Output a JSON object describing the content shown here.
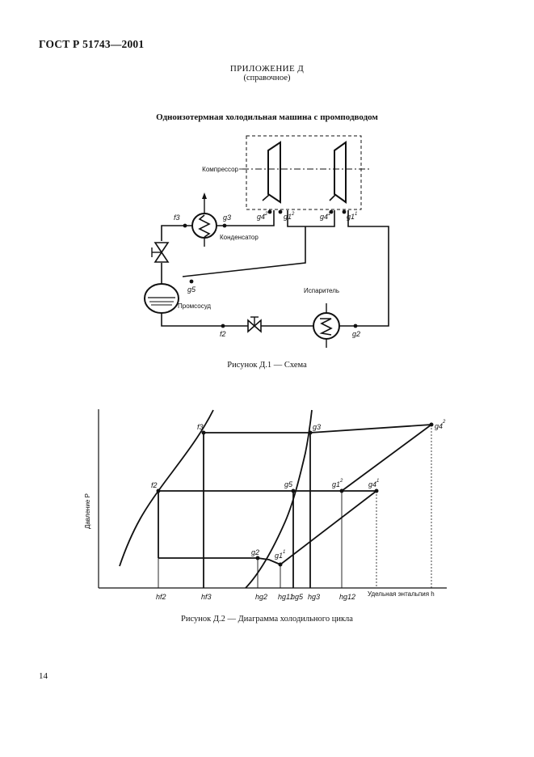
{
  "header": {
    "document_code": "ГОСТ Р 51743—2001"
  },
  "annex": {
    "title": "ПРИЛОЖЕНИЕ Д",
    "subtitle": "(справочное)"
  },
  "scheme": {
    "title": "Одноизотермная холодильная машина с промподводом",
    "labels": {
      "compressor": "Компрессор",
      "condenser": "Конденсатор",
      "evaporator": "Испаритель",
      "intermediate_vessel": "Промсосуд"
    },
    "points": {
      "f3": "f3",
      "g3": "g3",
      "g5": "g5",
      "f2_bottom": "f2",
      "g2": "g2",
      "g4_2": "g4",
      "g4_2_sup": "2",
      "g1_2": "g1",
      "g1_2_sup": "2",
      "g4_1": "g4",
      "g4_1_sup": "1",
      "g1_1": "g1",
      "g1_1_sup": "1"
    },
    "caption": "Рисунок Д.1 — Схема"
  },
  "diagram": {
    "y_axis_label": "Давление Р",
    "x_axis_label": "Удельная энтальпия h",
    "point_labels": {
      "f3": "f3",
      "g3": "g3",
      "g4_2": "g4",
      "g4_2_sup": "2",
      "f2": "f2",
      "g5": "g5",
      "g1_2": "g1",
      "g1_2_sup": "2",
      "g4_1": "g4",
      "g4_1_sup": "1",
      "g2": "g2",
      "g1_1": "g1",
      "g1_1_sup": "1"
    },
    "tick_labels": {
      "h_f2": "hf2",
      "h_f3": "hf3",
      "h_g2": "hg2",
      "h_g1_1": "hg11",
      "h_g5": "hg5",
      "h_g3": "hg3",
      "h_g1_2": "hg12"
    },
    "caption": "Рисунок Д.2 — Диаграмма холодильного цикла"
  },
  "footer": {
    "page_number": "14"
  }
}
